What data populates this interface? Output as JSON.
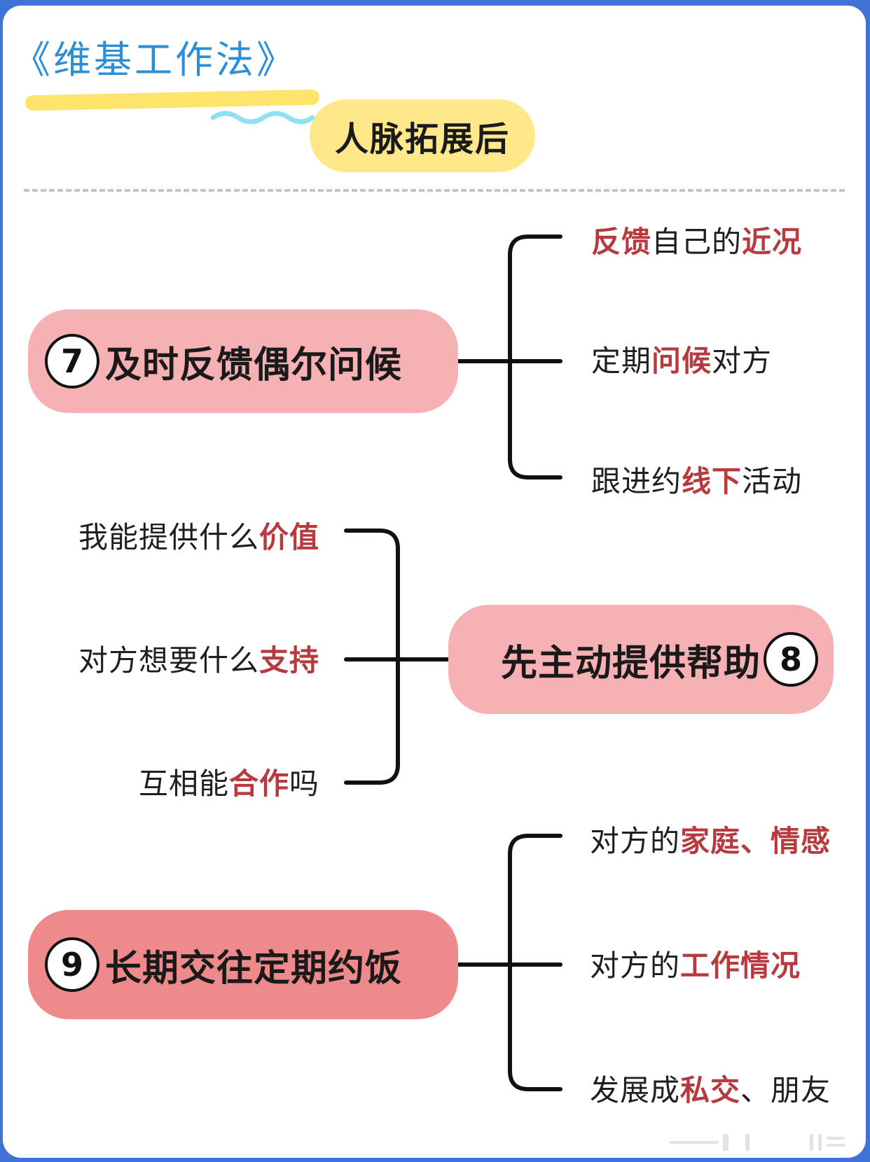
{
  "header": {
    "book_title": "《维基工作法》",
    "subtitle": "人脉拓展后"
  },
  "nodes": [
    {
      "number": "7",
      "label": "及时反馈偶尔问候",
      "items": [
        {
          "parts": [
            {
              "text": "反馈",
              "hi": true
            },
            {
              "text": "自己的",
              "hi": false
            },
            {
              "text": "近况",
              "hi": true
            }
          ]
        },
        {
          "parts": [
            {
              "text": "定期",
              "hi": false
            },
            {
              "text": "问候",
              "hi": true
            },
            {
              "text": "对方",
              "hi": false
            }
          ]
        },
        {
          "parts": [
            {
              "text": "跟进约",
              "hi": false
            },
            {
              "text": "线下",
              "hi": true
            },
            {
              "text": "活动",
              "hi": false
            }
          ]
        }
      ]
    },
    {
      "number": "8",
      "label": "先主动提供帮助",
      "items": [
        {
          "parts": [
            {
              "text": "我能提供什么",
              "hi": false
            },
            {
              "text": "价值",
              "hi": true
            }
          ]
        },
        {
          "parts": [
            {
              "text": "对方想要什么",
              "hi": false
            },
            {
              "text": "支持",
              "hi": true
            }
          ]
        },
        {
          "parts": [
            {
              "text": "互相能",
              "hi": false
            },
            {
              "text": "合作",
              "hi": true
            },
            {
              "text": "吗",
              "hi": false
            }
          ]
        }
      ]
    },
    {
      "number": "9",
      "label": "长期交往定期约饭",
      "items": [
        {
          "parts": [
            {
              "text": "对方的",
              "hi": false
            },
            {
              "text": "家庭、情感",
              "hi": true
            }
          ]
        },
        {
          "parts": [
            {
              "text": "对方的",
              "hi": false
            },
            {
              "text": "工作情况",
              "hi": true
            }
          ]
        },
        {
          "parts": [
            {
              "text": "发展成",
              "hi": false
            },
            {
              "text": "私交",
              "hi": true
            },
            {
              "text": "、朋友",
              "hi": false
            }
          ]
        }
      ]
    }
  ],
  "colors": {
    "highlight_text": "#b73a3f",
    "node_pink": "#f5b1b4",
    "node_pink_dark": "#ee8a8c",
    "subtitle_yellow": "#ffe88a",
    "title_blue": "#2a8fd6",
    "border_blue": "#3f73d6"
  }
}
